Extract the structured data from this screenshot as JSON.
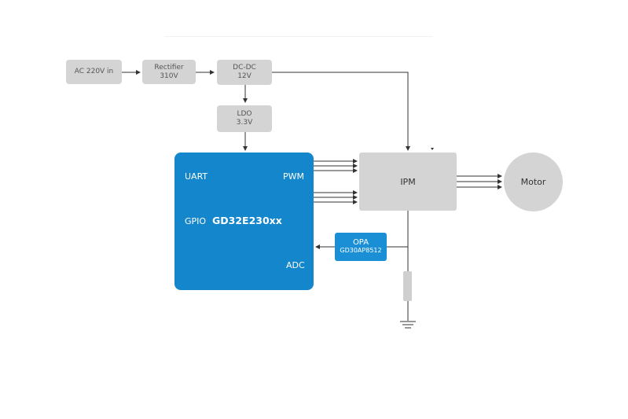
{
  "blocks": {
    "ac": {
      "line1": "AC 220V in"
    },
    "rectifier": {
      "line1": "Rectifier",
      "line2": "310V"
    },
    "dcdc": {
      "line1": "DC-DC",
      "line2": "12V"
    },
    "ldo": {
      "line1": "LDO",
      "line2": "3.3V"
    },
    "mcu": {
      "title": "GD32E230xx",
      "uart": "UART",
      "pwm": "PWM",
      "gpio": "GPIO",
      "adc": "ADC"
    },
    "ipm": {
      "label": "IPM"
    },
    "motor": {
      "label": "Motor"
    },
    "opa": {
      "line1": "OPA",
      "line2": "GD30AP8512"
    }
  },
  "colors": {
    "mcu": "#1486cc",
    "opa": "#1a8fd6",
    "block": "#d4d4d4",
    "line": "#333333"
  }
}
